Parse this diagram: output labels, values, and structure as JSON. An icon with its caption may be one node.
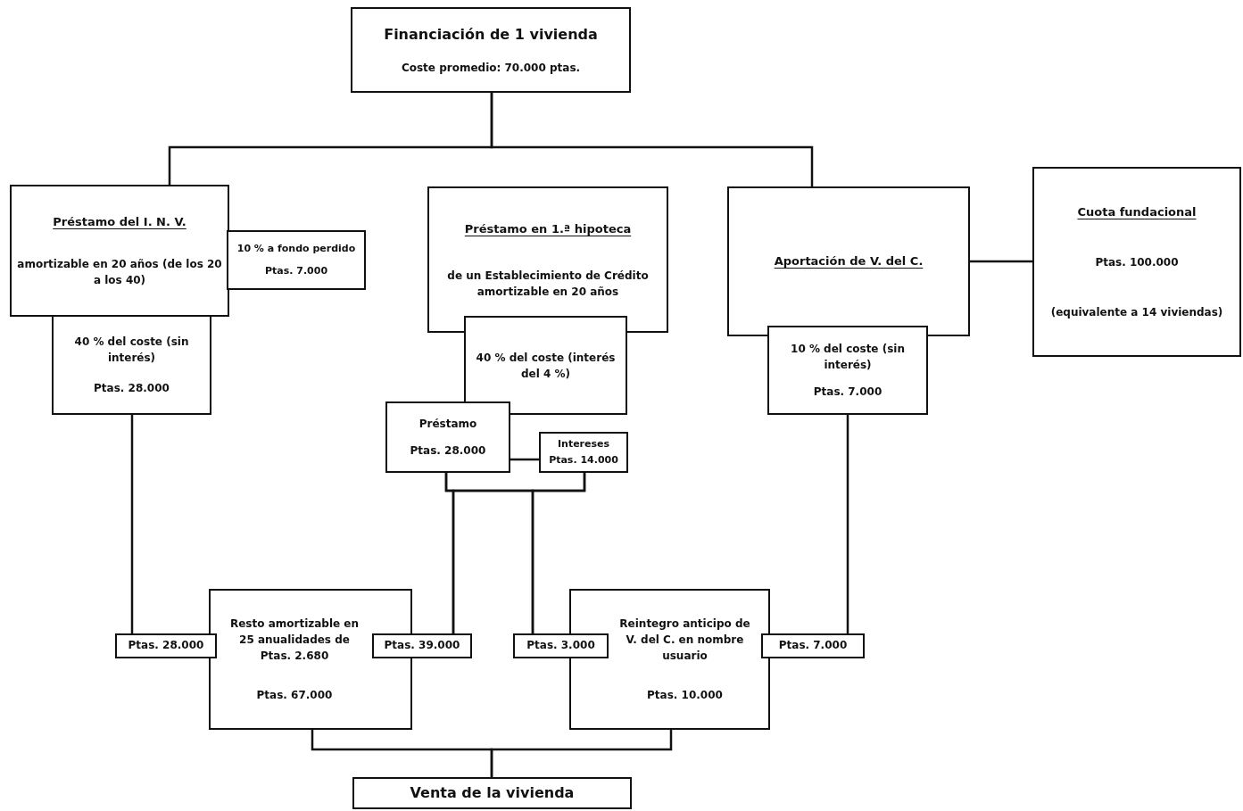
{
  "diagram": {
    "nodes": [
      {
        "text": [
          "Financiación de 1 vivienda",
          "Coste promedio: 70.000 ptas."
        ]
      },
      {
        "text": [
          "Préstamo del I. N. V.",
          "amortizable en 20 años (de los 20 a los 40)"
        ]
      },
      {
        "text": [
          "10 % a fondo perdido",
          "Ptas. 7.000"
        ]
      },
      {
        "text": [
          "40 % del coste (sin interés)",
          "Ptas. 28.000"
        ]
      },
      {
        "text": [
          "Préstamo en 1.ª hipoteca",
          "de un Establecimiento de Crédito amortizable en 20 años"
        ]
      },
      {
        "text": [
          "40 % del coste (interés del 4 %)"
        ]
      },
      {
        "text": [
          "Préstamo",
          "Ptas. 28.000"
        ]
      },
      {
        "text": [
          "Intereses",
          "Ptas. 14.000"
        ]
      },
      {
        "text": [
          "Aportación de V. del C."
        ]
      },
      {
        "text": [
          "10 % del coste (sin interés)",
          "Ptas. 7.000"
        ]
      },
      {
        "text": [
          "Cuota fundacional",
          "Ptas. 100.000",
          "(equivalente a 14 viviendas)"
        ]
      },
      {
        "text": [
          "Ptas. 28.000"
        ]
      },
      {
        "text": [
          "Resto amortizable en 25 anualidades de Ptas. 2.680",
          "Ptas. 67.000"
        ]
      },
      {
        "text": [
          "Ptas. 39.000"
        ]
      },
      {
        "text": [
          "Ptas. 3.000"
        ]
      },
      {
        "text": [
          "Reintegro anticipo de V. del C. en nombre usuario",
          "Ptas. 10.000"
        ]
      },
      {
        "text": [
          "Ptas. 7.000"
        ]
      },
      {
        "text": [
          "Venta de la vivienda"
        ]
      }
    ],
    "edges": [
      {
        "from": 0,
        "to": 1,
        "arrow": "none"
      },
      {
        "from": 0,
        "to": 8,
        "arrow": "none"
      },
      {
        "from": 8,
        "to": 10,
        "arrow": "none"
      },
      {
        "from": 3,
        "to": 11,
        "arrow": "none"
      },
      {
        "from": 6,
        "to": 7,
        "arrow": "none"
      },
      {
        "from": 6,
        "to": 13,
        "arrow": "none"
      },
      {
        "from": 6,
        "to": 14,
        "arrow": "none"
      },
      {
        "from": 7,
        "to": 13,
        "arrow": "none"
      },
      {
        "from": 7,
        "to": 14,
        "arrow": "none"
      },
      {
        "from": 9,
        "to": 16,
        "arrow": "none"
      },
      {
        "from": 12,
        "to": 17,
        "arrow": "none"
      },
      {
        "from": 15,
        "to": 17,
        "arrow": "none"
      }
    ]
  }
}
